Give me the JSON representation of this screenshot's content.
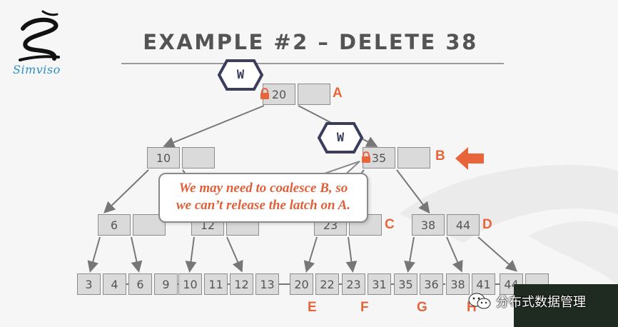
{
  "slide": {
    "title": "EXAMPLE #2 – DELETE 38",
    "logo_text": "Simviso"
  },
  "tree": {
    "root": {
      "keys": [
        "20",
        ""
      ],
      "label": "A"
    },
    "level1": [
      {
        "keys": [
          "10",
          ""
        ],
        "label": ""
      },
      {
        "keys": [
          "35",
          ""
        ],
        "label": "B"
      }
    ],
    "level2": [
      {
        "keys": [
          "6",
          ""
        ],
        "label": ""
      },
      {
        "keys": [
          "12",
          ""
        ],
        "label": ""
      },
      {
        "keys": [
          "23",
          ""
        ],
        "label": "C"
      },
      {
        "keys": [
          "38",
          "44"
        ],
        "label": "D"
      }
    ],
    "leaves": [
      {
        "keys": [
          "3",
          "4"
        ],
        "label": ""
      },
      {
        "keys": [
          "6",
          "9"
        ],
        "label": ""
      },
      {
        "keys": [
          "10",
          "11"
        ],
        "label": ""
      },
      {
        "keys": [
          "12",
          "13"
        ],
        "label": ""
      },
      {
        "keys": [
          "20",
          "22"
        ],
        "label": "E"
      },
      {
        "keys": [
          "23",
          "31"
        ],
        "label": "F"
      },
      {
        "keys": [
          "35",
          "36"
        ],
        "label": "G"
      },
      {
        "keys": [
          "38",
          "41"
        ],
        "label": "H"
      },
      {
        "keys": [
          "44",
          ""
        ],
        "label": ""
      }
    ]
  },
  "latches": [
    {
      "mode": "W",
      "node": "A"
    },
    {
      "mode": "W",
      "node": "B"
    }
  ],
  "callout": {
    "line1": "We may need to coalesce B, so",
    "line2": "we can’t release the latch on A."
  },
  "watermark": {
    "text": "分布式数据管理",
    "icon": "wechat-icon"
  },
  "colors": {
    "accent": "#e8643a",
    "hex_border": "#3a3d5c",
    "node_fill": "#dadada",
    "title": "#545454"
  }
}
